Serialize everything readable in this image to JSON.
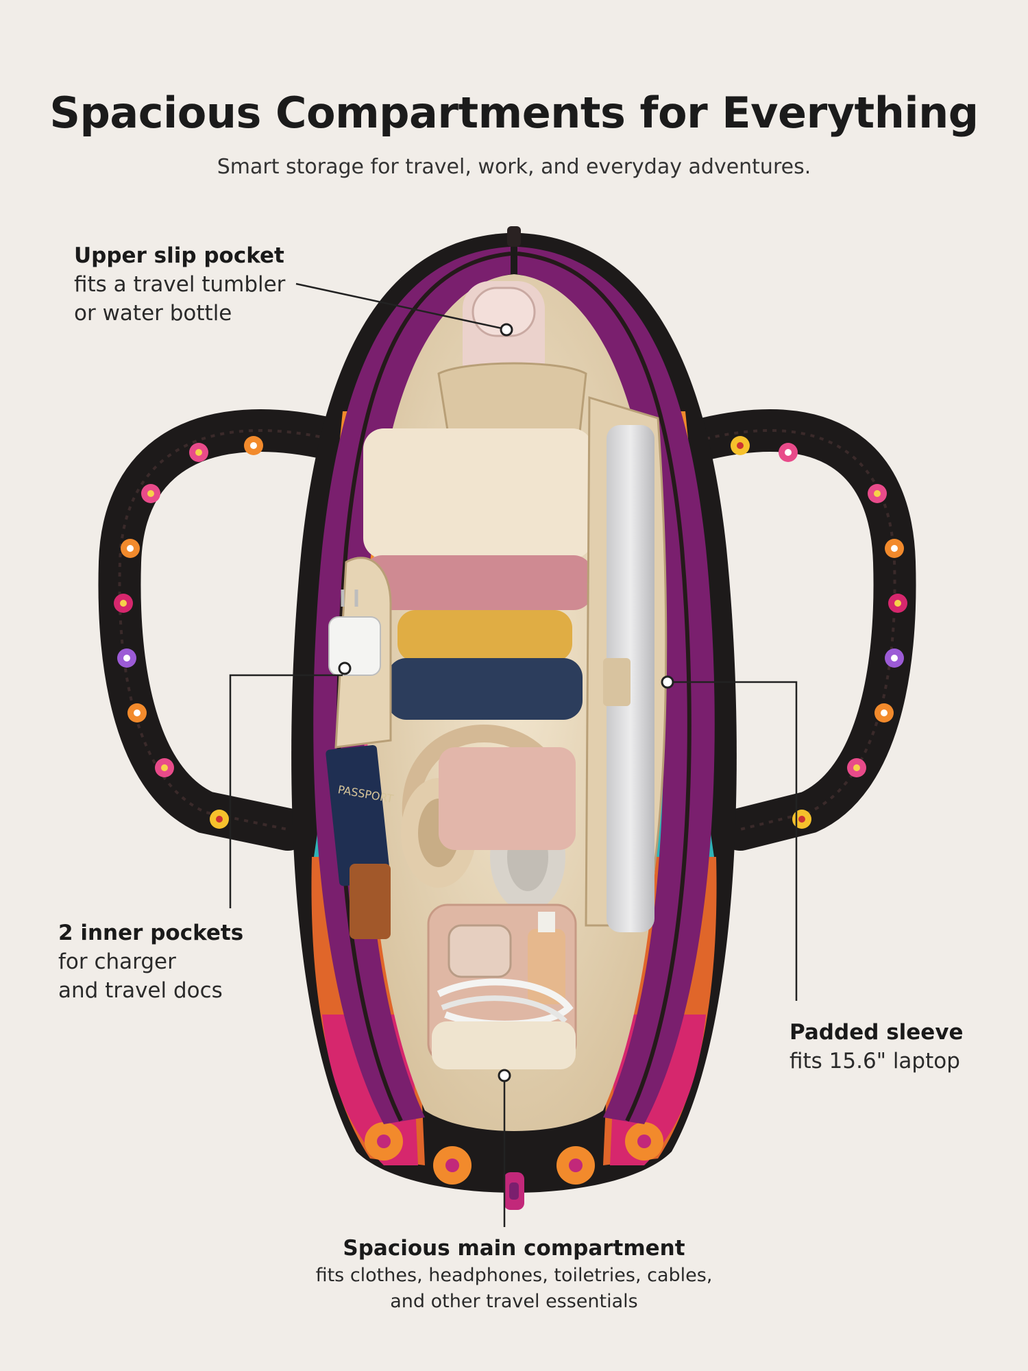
{
  "header": {
    "title": "Spacious Compartments for Everything",
    "subtitle": "Smart storage for travel, work, and everyday adventures."
  },
  "callouts": {
    "upper_pocket": {
      "heading": "Upper slip pocket",
      "lines": [
        "fits a travel tumbler",
        "or water bottle"
      ]
    },
    "inner_pockets": {
      "heading": "2 inner pockets",
      "lines": [
        "for charger",
        "and travel docs"
      ]
    },
    "padded_sleeve": {
      "heading": "Padded sleeve",
      "lines": [
        "fits 15.6\" laptop"
      ]
    },
    "main_compartment": {
      "heading": "Spacious main compartment",
      "lines": [
        "fits clothes, headphones, toiletries, cables,",
        "and other travel essentials"
      ]
    }
  },
  "illustration": {
    "passport_text": "PASSPORT",
    "colors": {
      "background": "#f1ede8",
      "bag_purple": "#7a1f6e",
      "lining_beige": "#e8d9bf",
      "handle_black": "#1d1a1a",
      "zipper_pink": "#c2287a"
    }
  }
}
